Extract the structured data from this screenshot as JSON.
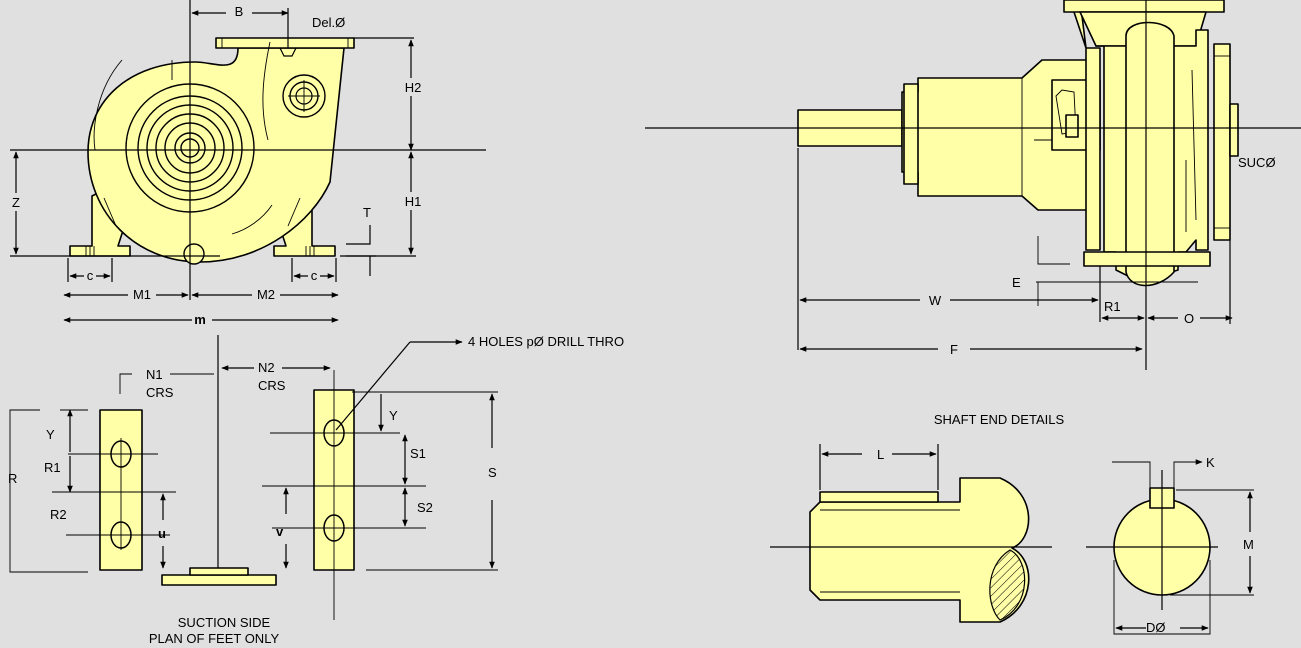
{
  "colors": {
    "background": "#e0e0e0",
    "part_fill": "#ffffa8",
    "line": "#000000"
  },
  "front_view": {
    "B": "B",
    "del_dia": "Del.Ø",
    "H2": "H2",
    "H1": "H1",
    "Z": "Z",
    "T": "T",
    "c_left": "c",
    "c_right": "c",
    "M1": "M1",
    "M2": "M2",
    "m": "m"
  },
  "side_view": {
    "suc_dia": "SUCØ",
    "E": "E",
    "W": "W",
    "R1": "R1",
    "O": "O",
    "F": "F"
  },
  "feet_plan": {
    "holes_note": "4 HOLES pØ DRILL THRO",
    "N1": "N1",
    "N1_crs": "CRS",
    "N2": "N2",
    "N2_crs": "CRS",
    "Y_left": "Y",
    "R1": "R1",
    "R": "R",
    "R2": "R2",
    "u": "u",
    "Y_right": "Y",
    "S1": "S1",
    "S": "S",
    "S2": "S2",
    "v": "v",
    "caption_line1": "SUCTION SIDE",
    "caption_line2": "PLAN OF FEET ONLY"
  },
  "shaft_end": {
    "title": "SHAFT END DETAILS",
    "L": "L",
    "K": "K",
    "M": "M",
    "D_dia": "DØ"
  }
}
